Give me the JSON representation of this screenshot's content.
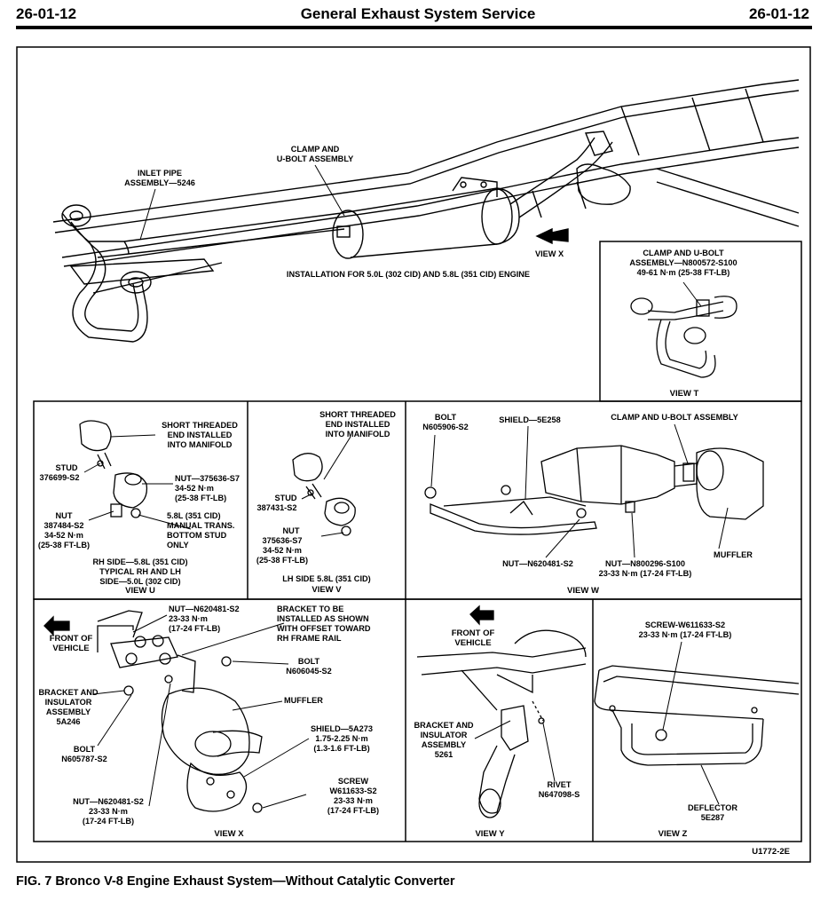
{
  "header": {
    "section_left": "26-01-12",
    "title": "General Exhaust System Service",
    "section_right": "26-01-12"
  },
  "main": {
    "inlet_pipe": [
      "INLET PIPE",
      "ASSEMBLY—5246"
    ],
    "clamp_ubolt": [
      "CLAMP AND",
      "U-BOLT ASSEMBLY"
    ],
    "view_x_arrow": "VIEW X",
    "caption": "INSTALLATION FOR 5.0L (302 CID) AND 5.8L (351 CID) ENGINE"
  },
  "view_t": {
    "label": [
      "CLAMP AND U-BOLT",
      "ASSEMBLY—N800572-S100",
      "49-61 N·m (25-38 FT-LB)"
    ],
    "title": "VIEW T"
  },
  "view_u": {
    "short_threaded": [
      "SHORT THREADED",
      "END INSTALLED",
      "INTO MANIFOLD"
    ],
    "stud": [
      "STUD",
      "376699-S2"
    ],
    "nut_top": [
      "NUT—375636-S7",
      "34-52 N·m",
      "(25-38 FT-LB)"
    ],
    "nut_left": [
      "NUT",
      "387484-S2",
      "34-52 N·m",
      "(25-38 FT-LB)"
    ],
    "note": [
      "5.8L (351 CID)",
      "MANUAL TRANS.",
      "BOTTOM STUD",
      "ONLY"
    ],
    "caption": [
      "RH SIDE—5.8L (351 CID)",
      "TYPICAL RH AND LH",
      "SIDE—5.0L (302 CID)"
    ],
    "title": "VIEW U"
  },
  "view_v": {
    "short_threaded": [
      "SHORT THREADED",
      "END INSTALLED",
      "INTO MANIFOLD"
    ],
    "stud": [
      "STUD",
      "387431-S2"
    ],
    "nut": [
      "NUT",
      "375636-S7",
      "34-52 N·m",
      "(25-38 FT-LB)"
    ],
    "caption": "LH SIDE 5.8L (351 CID)",
    "title": "VIEW V"
  },
  "view_w": {
    "bolt": [
      "BOLT",
      "N605906-S2"
    ],
    "shield": "SHIELD—5E258",
    "clamp": "CLAMP AND U-BOLT ASSEMBLY",
    "muffler": "MUFFLER",
    "nut1": "NUT—N620481-S2",
    "nut2": [
      "NUT—N800296-S100",
      "23-33 N·m (17-24 FT-LB)"
    ],
    "title": "VIEW W"
  },
  "view_x": {
    "front": [
      "FRONT OF",
      "VEHICLE"
    ],
    "nut_top": [
      "NUT—N620481-S2",
      "23-33 N·m",
      "(17-24 FT-LB)"
    ],
    "bracket_note": [
      "BRACKET TO BE",
      "INSTALLED AS SHOWN",
      "WITH OFFSET TOWARD",
      "RH FRAME RAIL"
    ],
    "bolt_right": [
      "BOLT",
      "N606045-S2"
    ],
    "bracket": [
      "BRACKET AND",
      "INSULATOR",
      "ASSEMBLY",
      "5A246"
    ],
    "muffler": "MUFFLER",
    "bolt_left": [
      "BOLT",
      "N605787-S2"
    ],
    "shield": [
      "SHIELD—5A273",
      "1.75-2.25 N·m",
      "(1.3-1.6 FT-LB)"
    ],
    "nut_bottom": [
      "NUT—N620481-S2",
      "23-33 N·m",
      "(17-24 FT-LB)"
    ],
    "screw": [
      "SCREW",
      "W611633-S2",
      "23-33 N·m",
      "(17-24 FT-LB)"
    ],
    "title": "VIEW X"
  },
  "view_y": {
    "front": [
      "FRONT OF",
      "VEHICLE"
    ],
    "bracket": [
      "BRACKET AND",
      "INSULATOR",
      "ASSEMBLY",
      "5261"
    ],
    "rivet": [
      "RIVET",
      "N647098-S"
    ],
    "title": "VIEW Y"
  },
  "view_z": {
    "screw": [
      "SCREW-W611633-S2",
      "23-33 N·m (17-24 FT-LB)"
    ],
    "deflector": [
      "DEFLECTOR",
      "5E287"
    ],
    "title": "VIEW Z"
  },
  "code": "U1772-2E",
  "figure_caption": "FIG. 7  Bronco V-8 Engine Exhaust System—Without Catalytic Converter"
}
